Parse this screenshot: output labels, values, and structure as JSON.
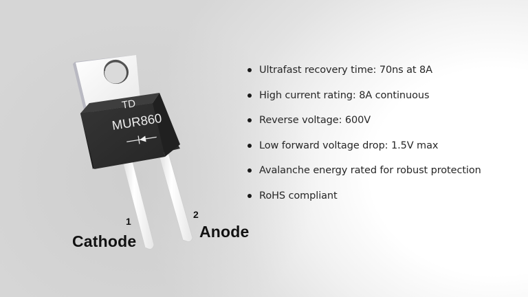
{
  "component": {
    "manufacturer_mark": "TD",
    "part_number": "MUR860",
    "symbol": "diode-symbol",
    "colors": {
      "body": "#2b2b2b",
      "tab": "#f4f4f4",
      "leads": "#f7f7f7",
      "marking": "#e8e8e8"
    }
  },
  "pins": [
    {
      "number": "1",
      "label": "Cathode"
    },
    {
      "number": "2",
      "label": "Anode"
    }
  ],
  "features": [
    "Ultrafast recovery time: 70ns at 8A",
    "High current rating: 8A continuous",
    "Reverse voltage: 600V",
    "Low forward voltage drop: 1.5V max",
    "Avalanche energy rated for robust protection",
    "RoHS compliant"
  ]
}
